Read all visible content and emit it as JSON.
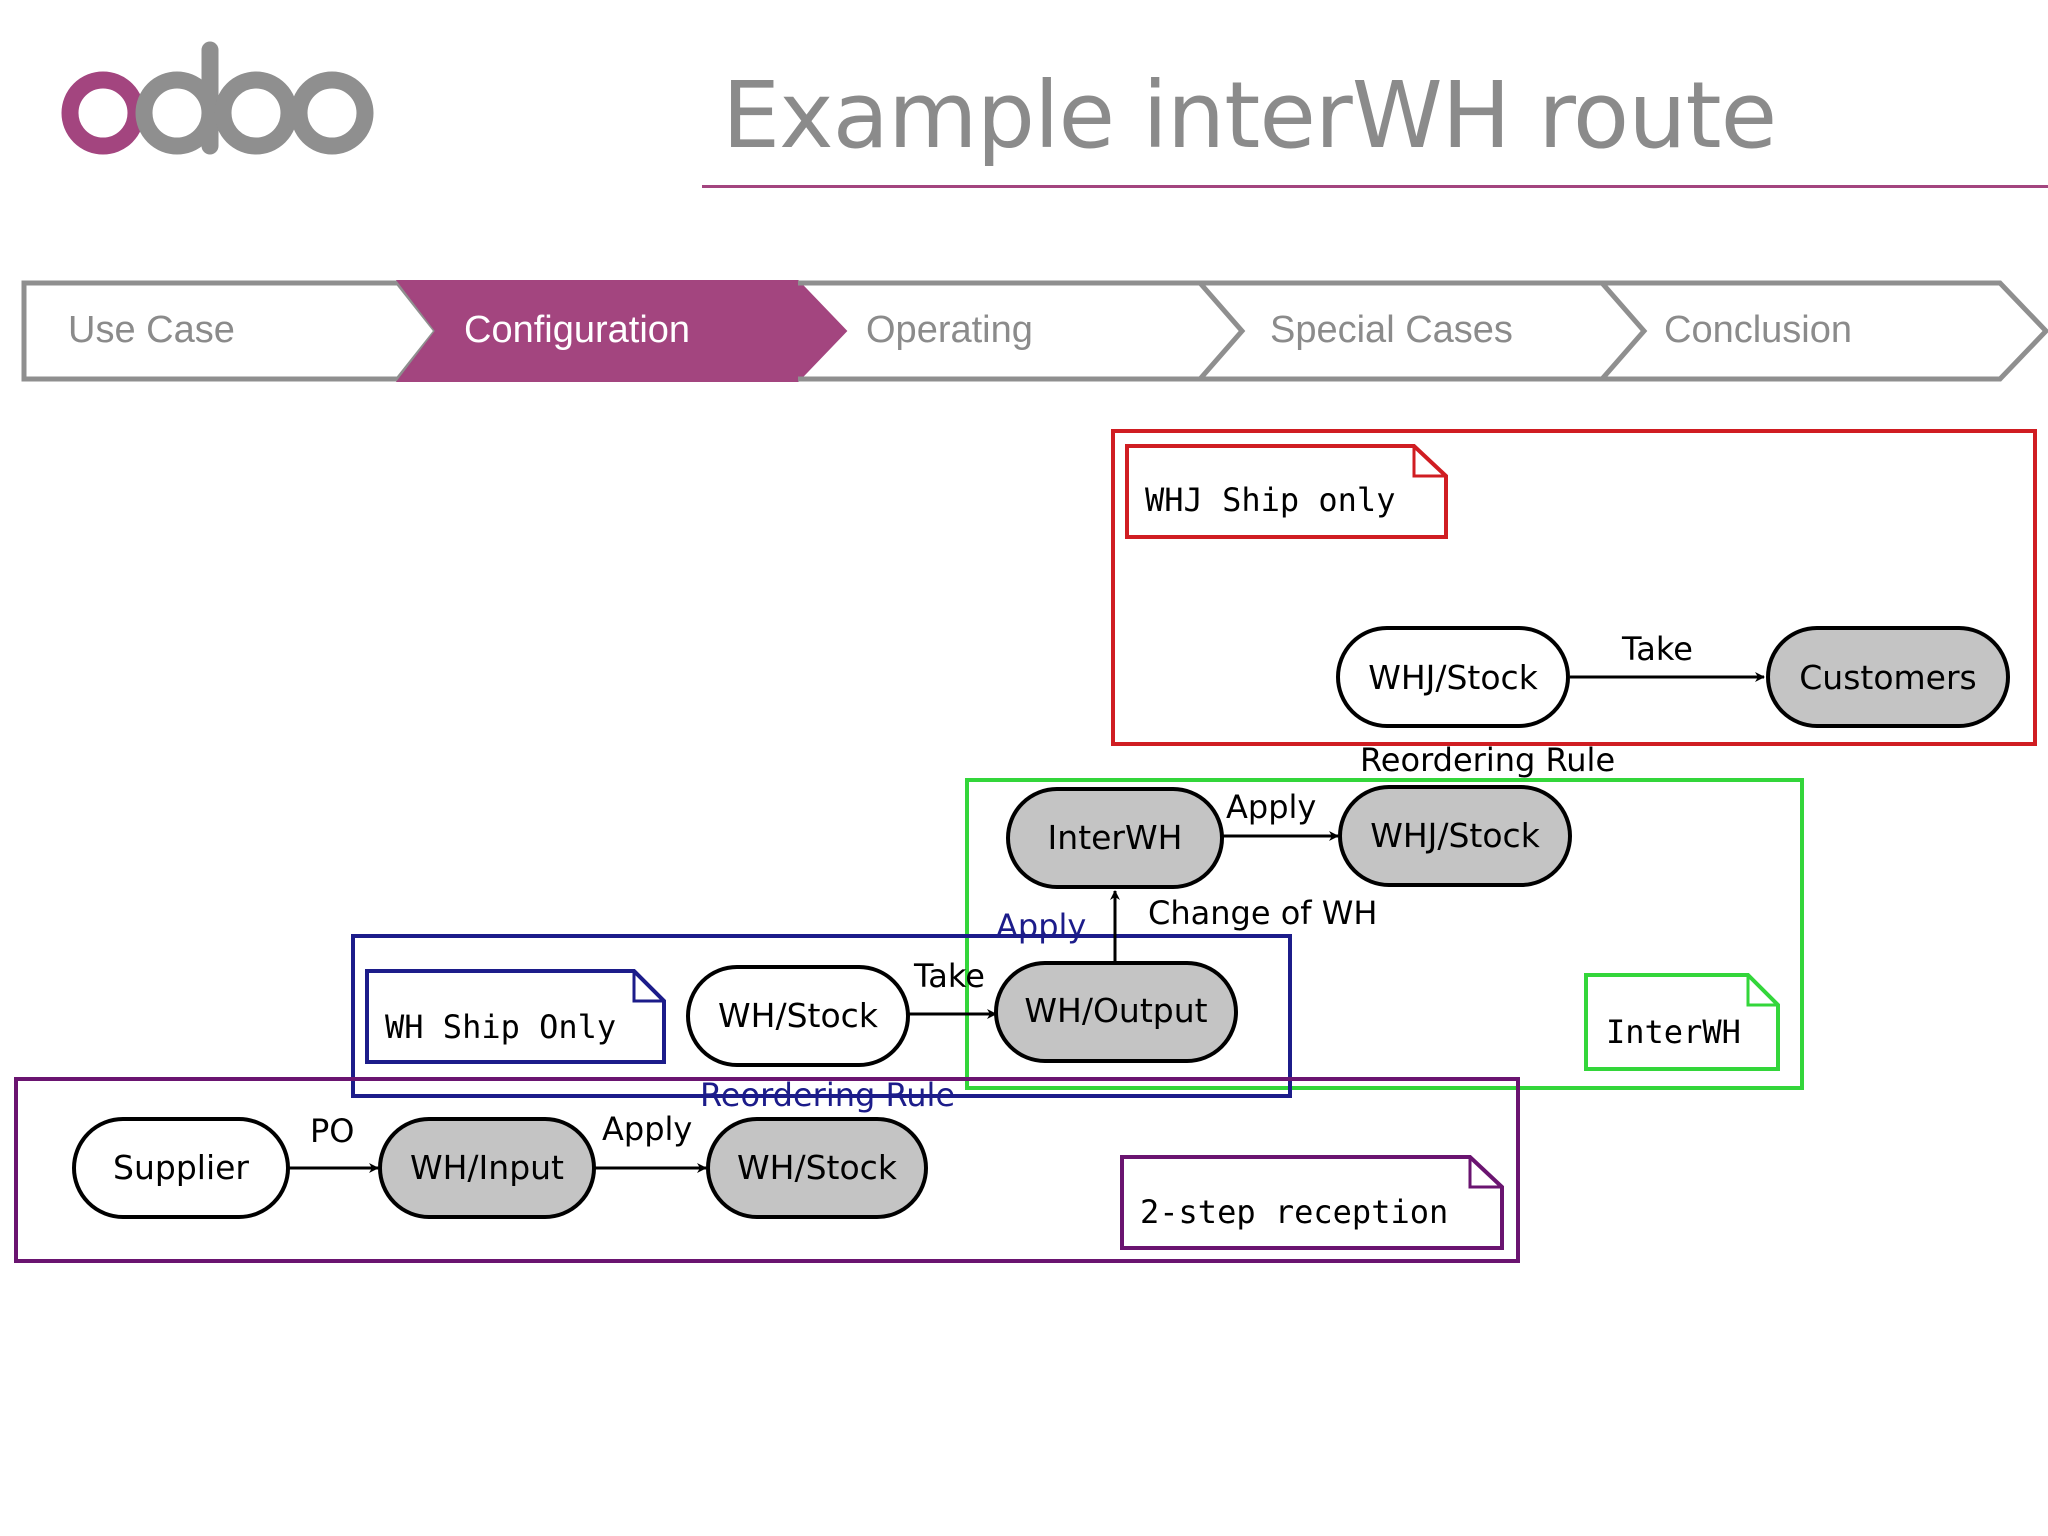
{
  "logo_text": "odoo",
  "title": "Example interWH route",
  "steps": [
    {
      "label": "Use Case",
      "active": false
    },
    {
      "label": "Configuration",
      "active": true
    },
    {
      "label": "Operating",
      "active": false
    },
    {
      "label": "Special Cases",
      "active": false
    },
    {
      "label": "Conclusion",
      "active": false
    }
  ],
  "colors": {
    "brand": "#a3457f",
    "title_gray": "#8b8b8b",
    "whj_group": "#d01d22",
    "interwh_group": "#33d63a",
    "wh_ship_group": "#1c1c8a",
    "reception_group": "#6a1470",
    "node_fill_gray": "#c4c4c4"
  },
  "diagram": {
    "groups": {
      "whj": {
        "note": "WHJ Ship only"
      },
      "interwh": {
        "note": "InterWH"
      },
      "wh_ship": {
        "note": "WH Ship Only"
      },
      "reception": {
        "note": "2-step reception"
      }
    },
    "nodes": {
      "whj_stock_top": "WHJ/Stock",
      "customers": "Customers",
      "interwh": "InterWH",
      "whj_stock_mid": "WHJ/Stock",
      "wh_stock_ship": "WH/Stock",
      "wh_output": "WH/Output",
      "supplier": "Supplier",
      "wh_input": "WH/Input",
      "wh_stock_recv": "WH/Stock"
    },
    "edge_labels": {
      "take_customers": "Take",
      "reordering_rule_whj": "Reordering Rule",
      "apply_interwh": "Apply",
      "apply_output": "Apply",
      "change_of_wh": "Change of WH",
      "take_output": "Take",
      "reordering_rule_wh": "Reordering Rule",
      "po": "PO",
      "apply_stock": "Apply"
    }
  }
}
